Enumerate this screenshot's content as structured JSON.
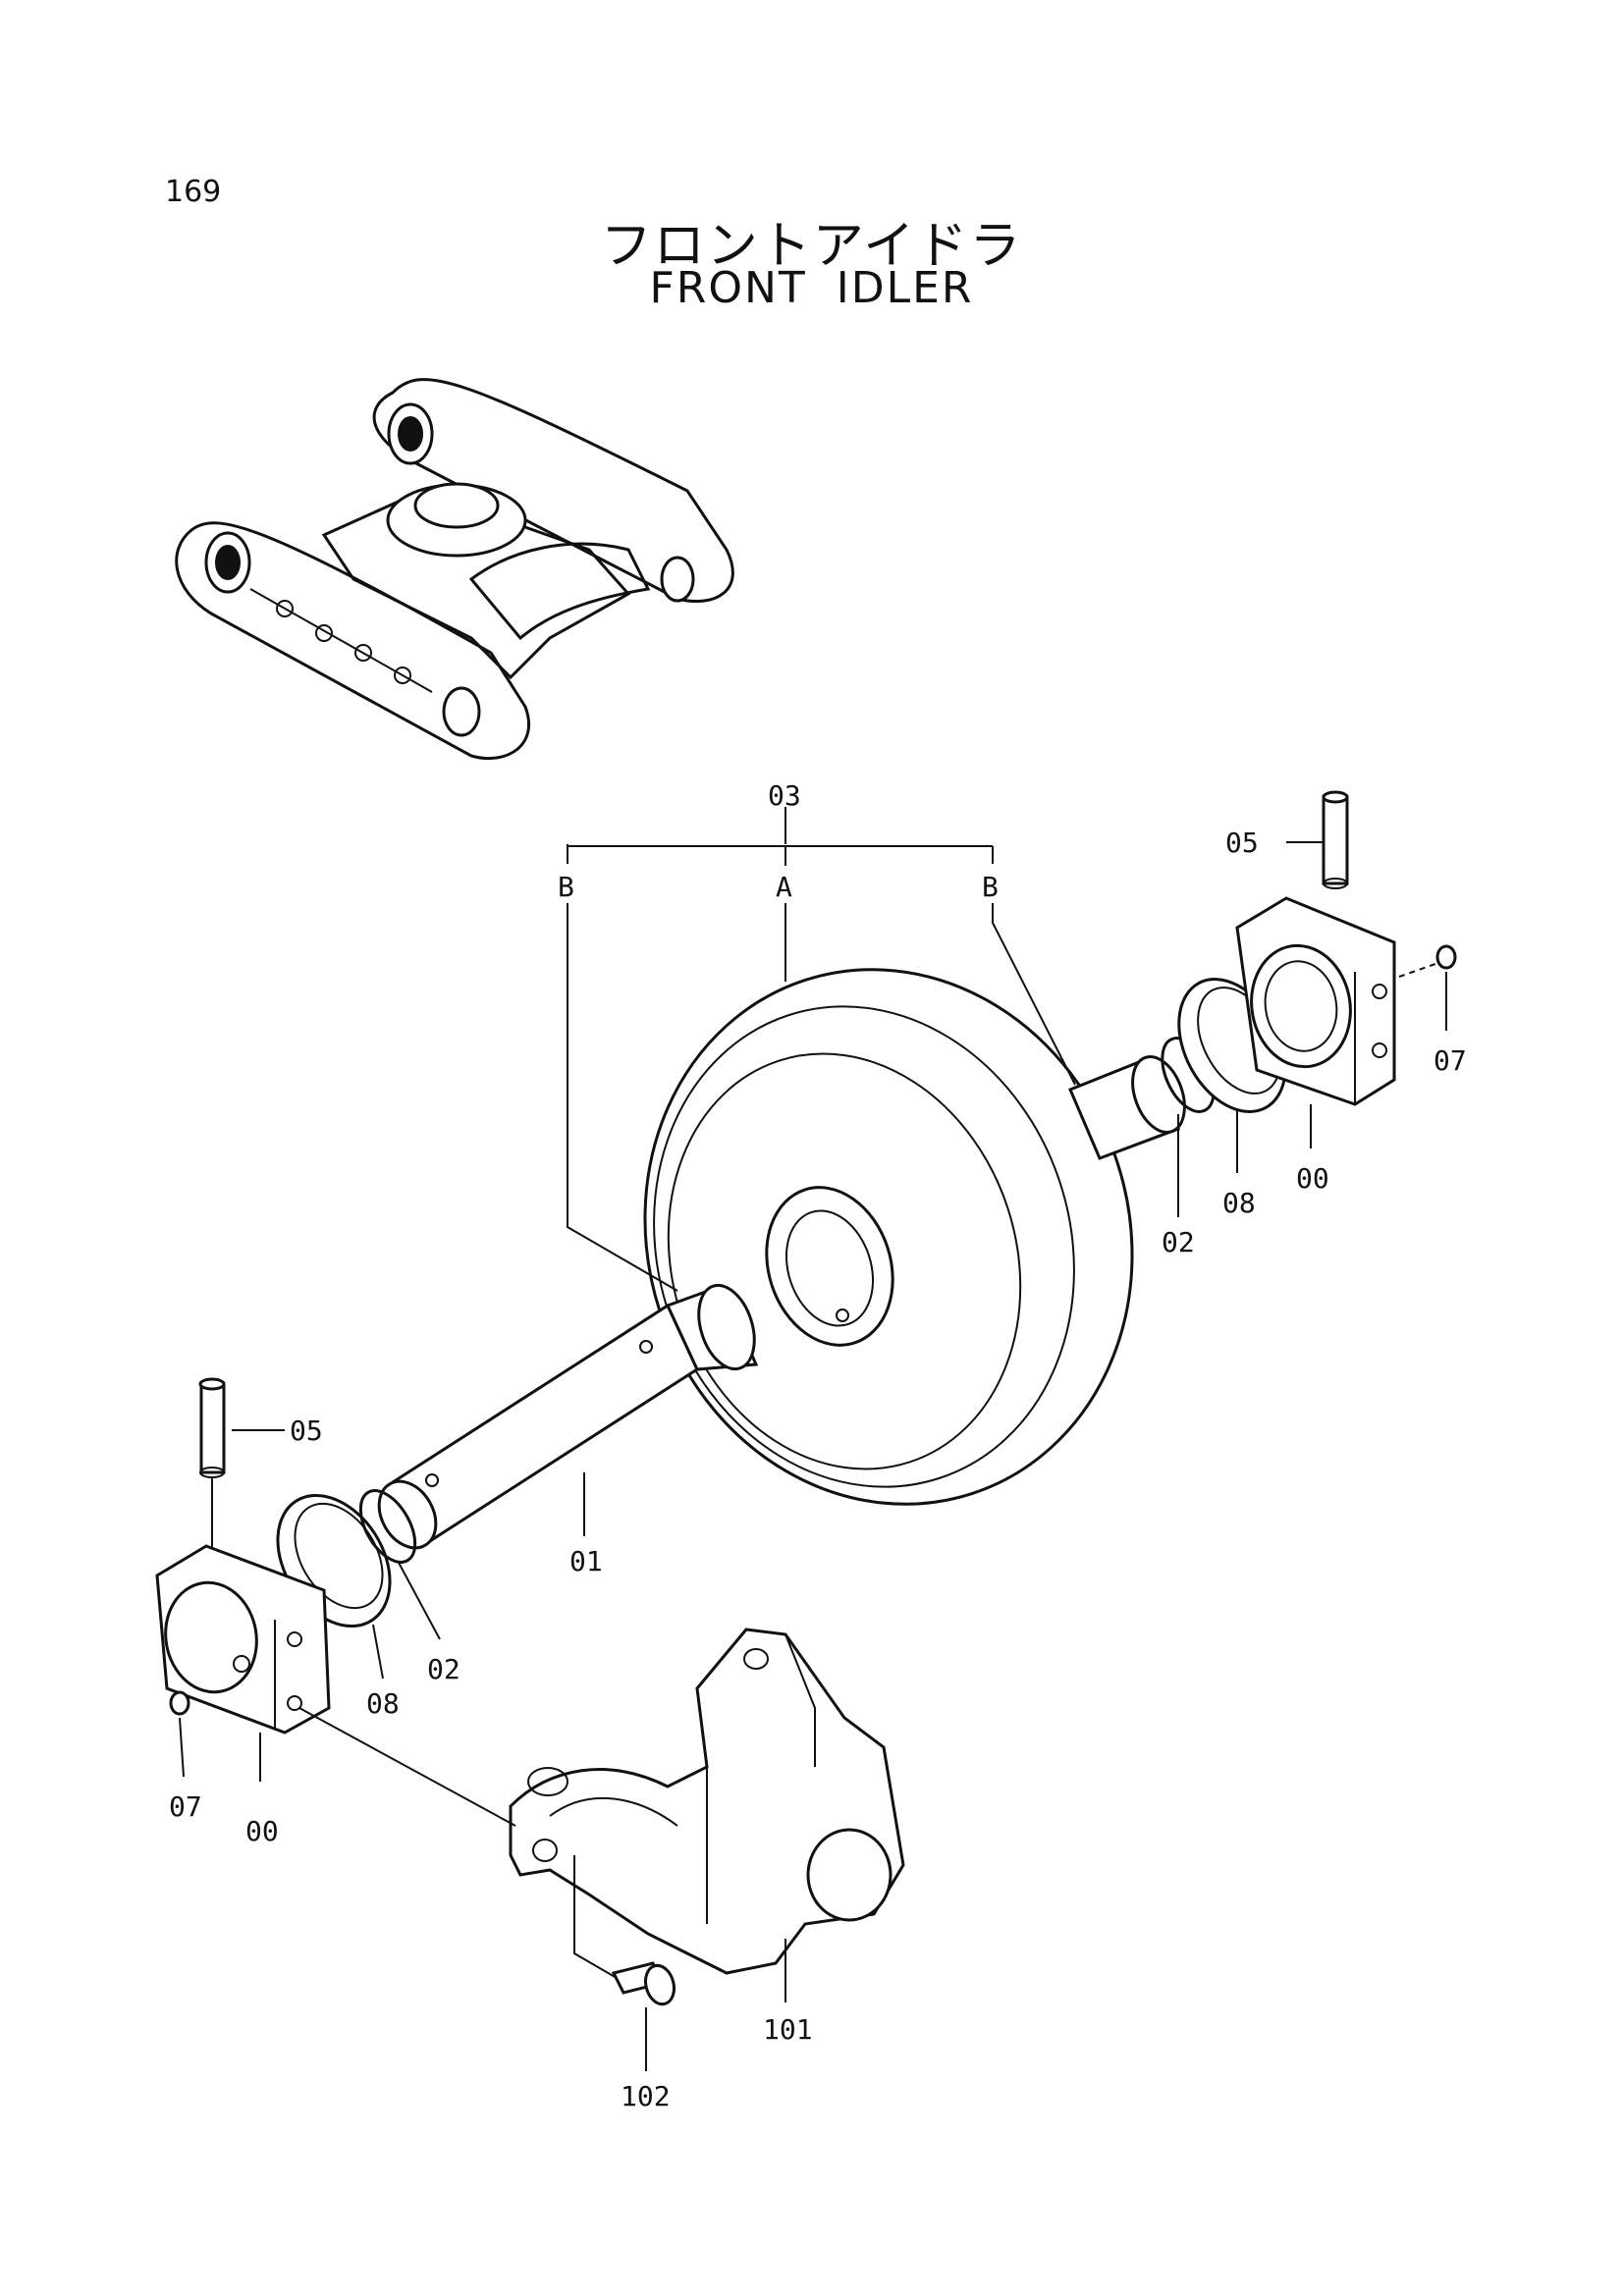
{
  "page_number": "169",
  "title_jp": "フロントアイドラ",
  "title_en": "FRONT IDLER",
  "callouts": {
    "c03": "03",
    "cB_left": "B",
    "cA": "A",
    "cB_right": "B",
    "c05_right": "05",
    "c07_right": "07",
    "c08_right": "08",
    "c00_right": "00",
    "c02_right": "02",
    "c05_left": "05",
    "c01": "01",
    "c02_left": "02",
    "c08_left": "08",
    "c07_left": "07",
    "c00_left": "00",
    "c101": "101",
    "c102": "102"
  }
}
